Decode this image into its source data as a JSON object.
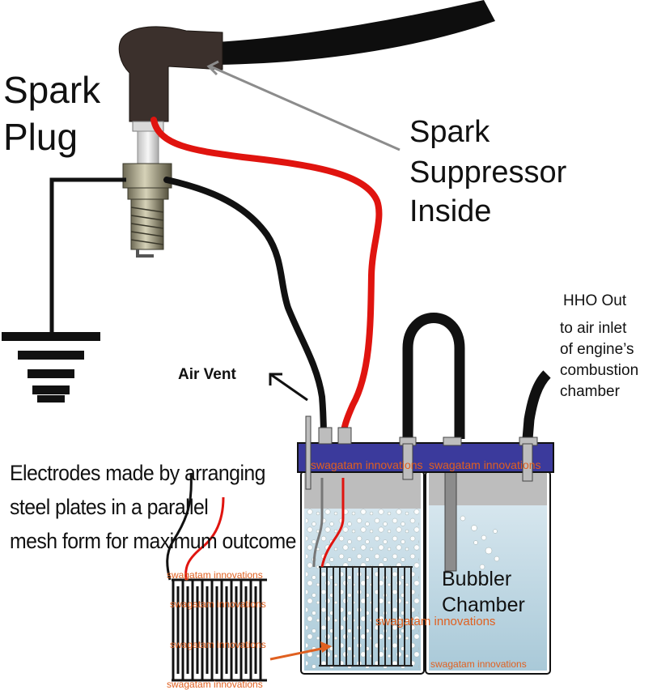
{
  "labels": {
    "spark_plug_line1": "Spark",
    "spark_plug_line2": "Plug",
    "suppressor_line1": "Spark",
    "suppressor_line2": "Suppressor",
    "suppressor_line3": "Inside",
    "hho_out": "HHO Out",
    "air_inlet_line1": "to air inlet",
    "air_inlet_line2": "of engine’s",
    "air_inlet_line3": "combustion",
    "air_inlet_line4": "chamber",
    "air_vent": "Air Vent",
    "electrodes_line1": "Electrodes made by arranging",
    "electrodes_line2": "steel plates in a parallel",
    "electrodes_line3": "mesh form for maximum outcome",
    "bubbler_line1": "Bubbler",
    "bubbler_line2": "Chamber"
  },
  "watermark": "swagatam innovations",
  "colors": {
    "wire_red": "#e0140f",
    "wire_black": "#111111",
    "cap_brown": "#3b302c",
    "band_purple": "#3b3a9c",
    "water": "#bfd9e6",
    "watermark": "#e06020",
    "arrow_orange": "#e06020"
  }
}
